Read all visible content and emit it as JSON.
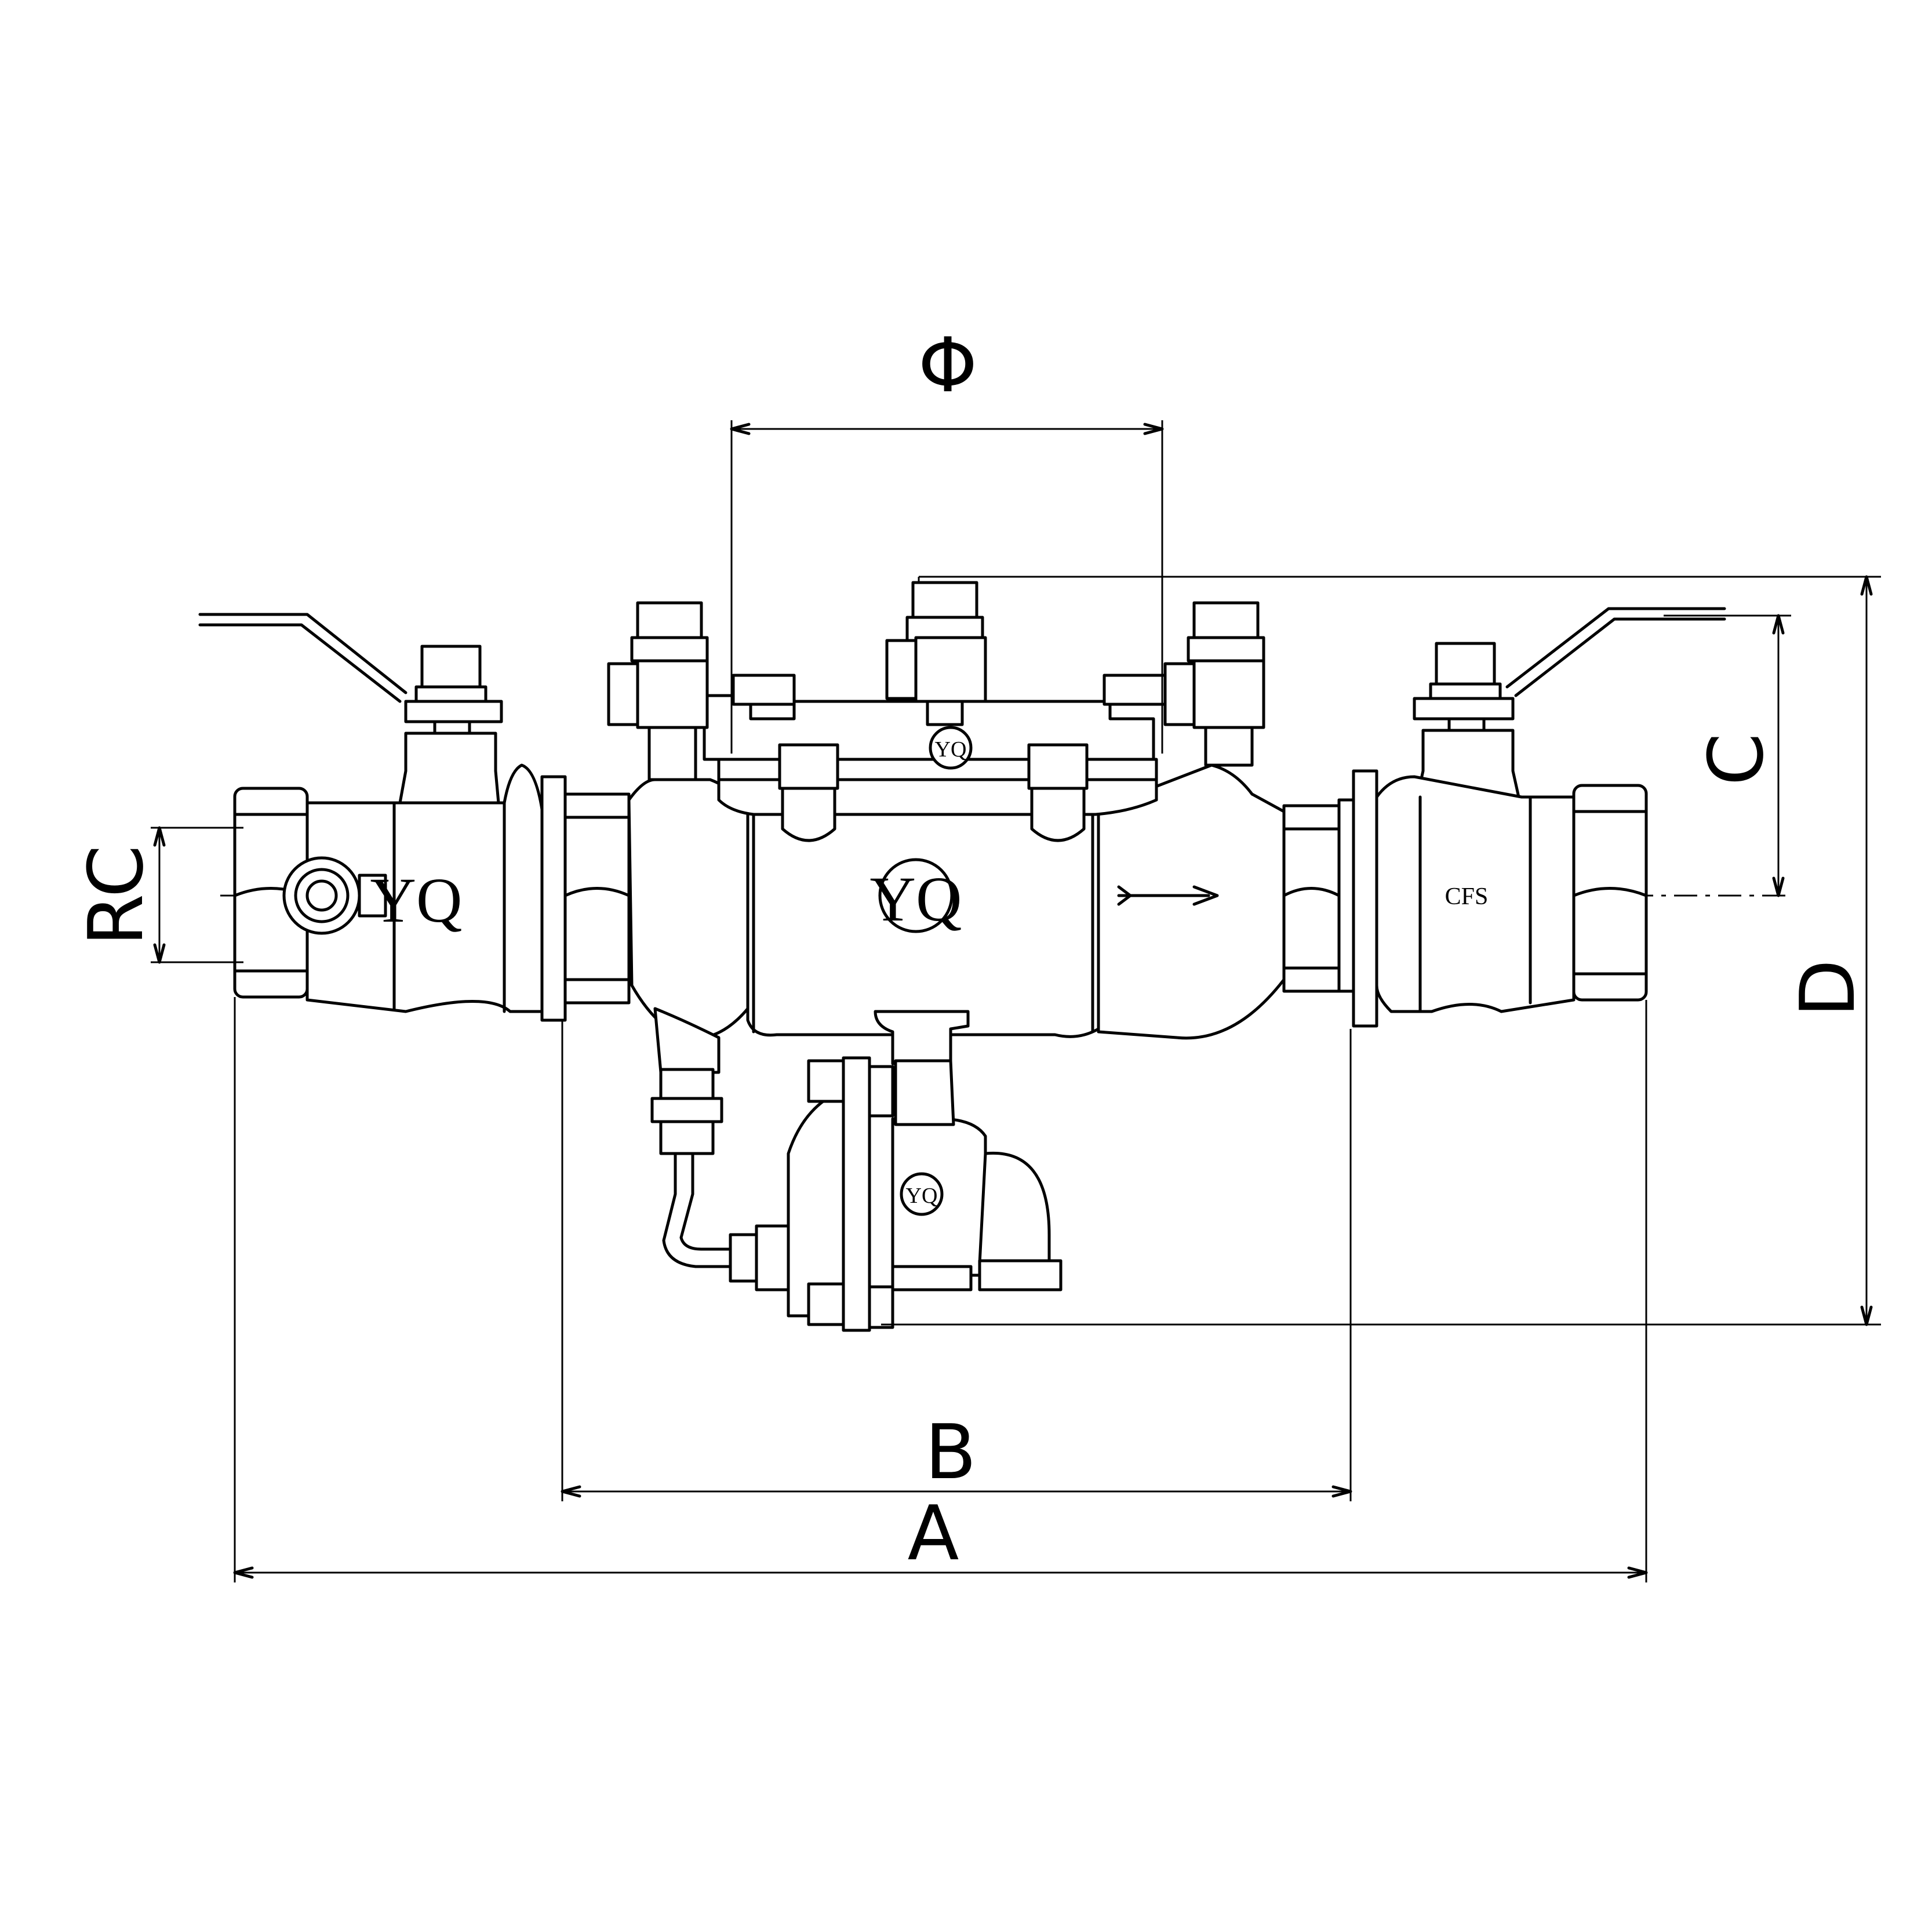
{
  "dimensions": {
    "phi": "Φ",
    "a": "A",
    "b": "B",
    "c": "C",
    "d": "D",
    "rc": "RC"
  },
  "markings": {
    "main_body": "YQ",
    "left_valve": "YQ",
    "top_check": "YQ",
    "relief_valve": "YQ",
    "right_valve": "CFS"
  },
  "colors": {
    "line": "#000000",
    "background": "#ffffff"
  }
}
